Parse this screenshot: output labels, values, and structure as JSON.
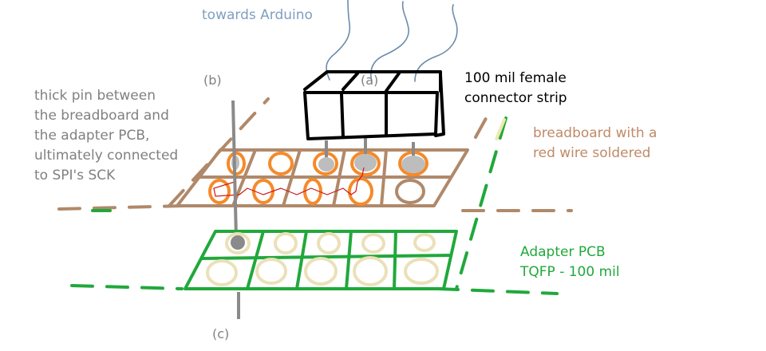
{
  "labels": {
    "towards_arduino": "towards Arduino",
    "marker_a": "(a)",
    "marker_b": "(b)",
    "marker_c": "(c)",
    "connector_line1": "100 mil female",
    "connector_line2": "connector strip",
    "pin_line1": "thick pin between",
    "pin_line2": "the breadboard and",
    "pin_line3": "the adapter PCB,",
    "pin_line4": "ultimately connected",
    "pin_line5": "to SPI's SCK",
    "breadboard_line1": "breadboard with a",
    "breadboard_line2": "red wire soldered",
    "adapter_line1": "Adapter PCB",
    "adapter_line2": "TQFP - 100 mil"
  },
  "colors": {
    "arduino_text": "#7f9fbf",
    "wire_blue": "#6a8cae",
    "connector_black": "#000000",
    "breadboard_brown": "#b0896a",
    "hole_orange": "#f58a2a",
    "pin_grey": "#8a8a8a",
    "pin_head": "#bdbdbd",
    "red_wire": "#cc1a1a",
    "pcb_green": "#21a83c",
    "pad_cream": "#ebe0b8",
    "pad_fill": "#ffffff",
    "grey_text": "#808080",
    "breadboard_text": "#c08a68",
    "dash_yellow": "#efe8b0"
  }
}
